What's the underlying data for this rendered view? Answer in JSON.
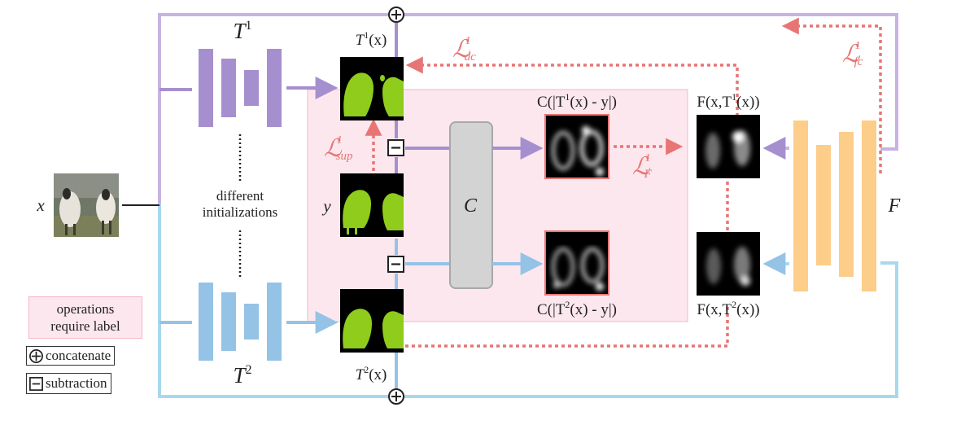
{
  "labels": {
    "x": "x",
    "y": "y",
    "t1": "T",
    "t1_sup": "1",
    "t2": "T",
    "t2_sup": "2",
    "t1x": "T",
    "t1x_sup": "1",
    "t1x_tail": "(x)",
    "t2x": "T",
    "t2x_sup": "2",
    "t2x_tail": "(x)",
    "c_block": "C",
    "f_block": "F",
    "c_top": "C(|T",
    "c_top_sup": "1",
    "c_top_tail": "(x) - y|)",
    "c_bot": "C(|T",
    "c_bot_sup": "2",
    "c_bot_tail": "(x) - y|)",
    "f_top": "F(x,T",
    "f_top_sup": "1",
    "f_top_tail": "(x))",
    "f_bot": "F(x,T",
    "f_bot_sup": "2",
    "f_bot_tail": "(x))",
    "different": "different",
    "initializations": "initializations"
  },
  "losses": {
    "dc": {
      "main": "ℒ",
      "sup": "1",
      "sub": "dc"
    },
    "fc": {
      "main": "ℒ",
      "sup": "1",
      "sub": "fc"
    },
    "sup": {
      "main": "ℒ",
      "sup": "1",
      "sub": "sup"
    },
    "f": {
      "main": "ℒ",
      "sup": "1",
      "sub": "F"
    }
  },
  "legend": {
    "pink_line1": "operations",
    "pink_line2": "require label",
    "concat": "concatenate",
    "sub": "subtraction"
  },
  "colors": {
    "purple": "#a68fce",
    "blue": "#94c3e6",
    "orange": "#fdcd8a",
    "pink_fill": "#fde7ee",
    "pink_border": "#f4b7c6",
    "loss_red": "#e87575",
    "green": "#8fcc1b",
    "gray_block": "#d3d3d3"
  },
  "icons": {
    "concat": "circle-plus-icon",
    "sub": "square-minus-icon"
  }
}
